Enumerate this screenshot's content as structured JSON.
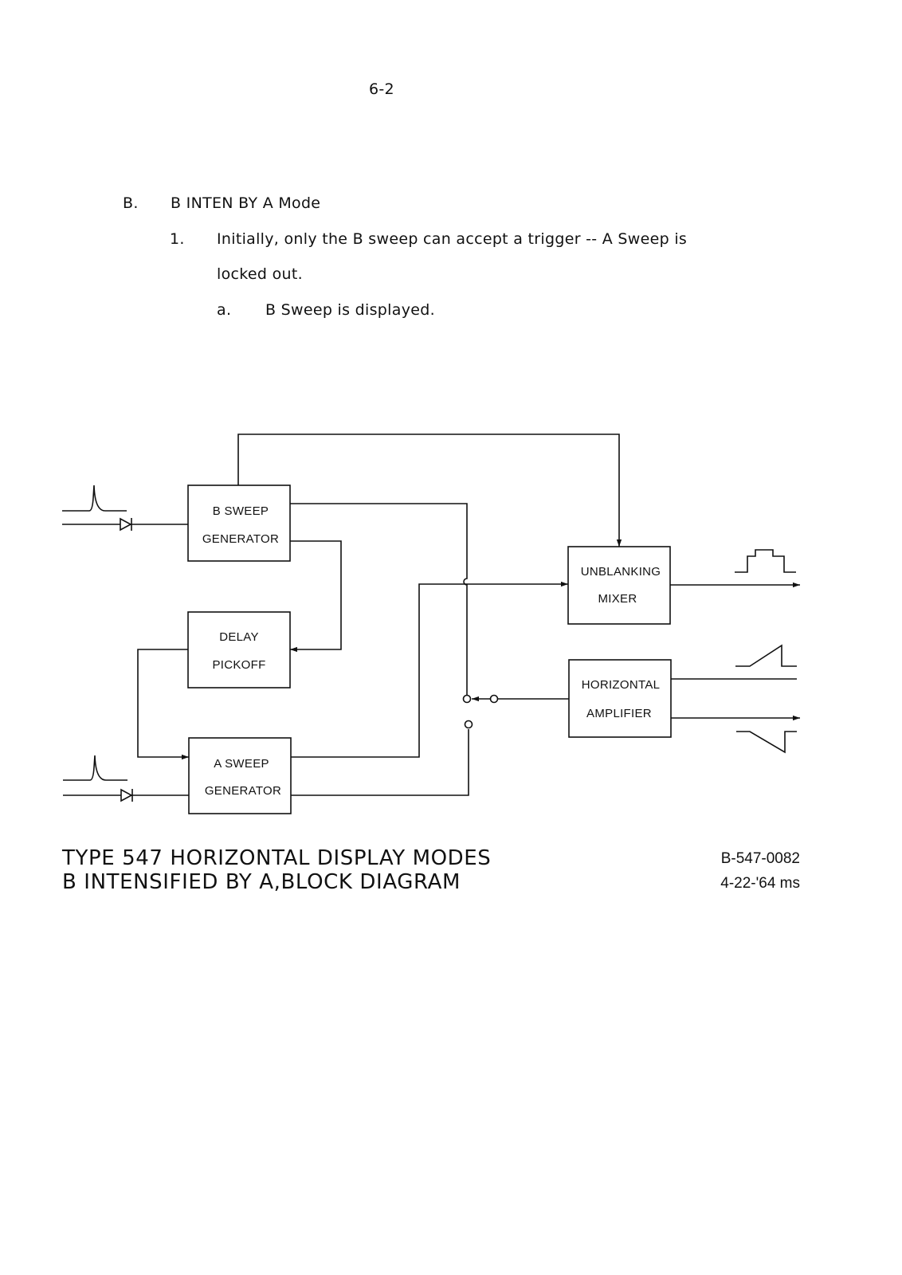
{
  "header": {
    "page_number": "6-2"
  },
  "section": {
    "letter": "B.",
    "title": "B INTEN BY A Mode",
    "item1": {
      "number": "1.",
      "line1": "Initially, only the B sweep can accept a trigger -- A Sweep is",
      "line2": "locked out."
    },
    "item_a": {
      "letter": "a.",
      "text": "B Sweep is displayed."
    }
  },
  "diagram": {
    "blocks": {
      "b_sweep": [
        "B SWEEP",
        "GENERATOR"
      ],
      "delay_pickoff": [
        "DELAY",
        "PICKOFF"
      ],
      "a_sweep": [
        "A SWEEP",
        "GENERATOR"
      ],
      "unblanking_mixer": [
        "UNBLANKING",
        "MIXER"
      ],
      "horizontal_amplifier": [
        "HORIZONTAL",
        "AMPLIFIER"
      ]
    },
    "caption": {
      "line1": "TYPE 547 HORIZONTAL DISPLAY MODES",
      "line2": "B INTENSIFIED BY  A,BLOCK DIAGRAM",
      "drawing_number": "B-547-0082",
      "date": "4-22-'64  ms"
    }
  }
}
